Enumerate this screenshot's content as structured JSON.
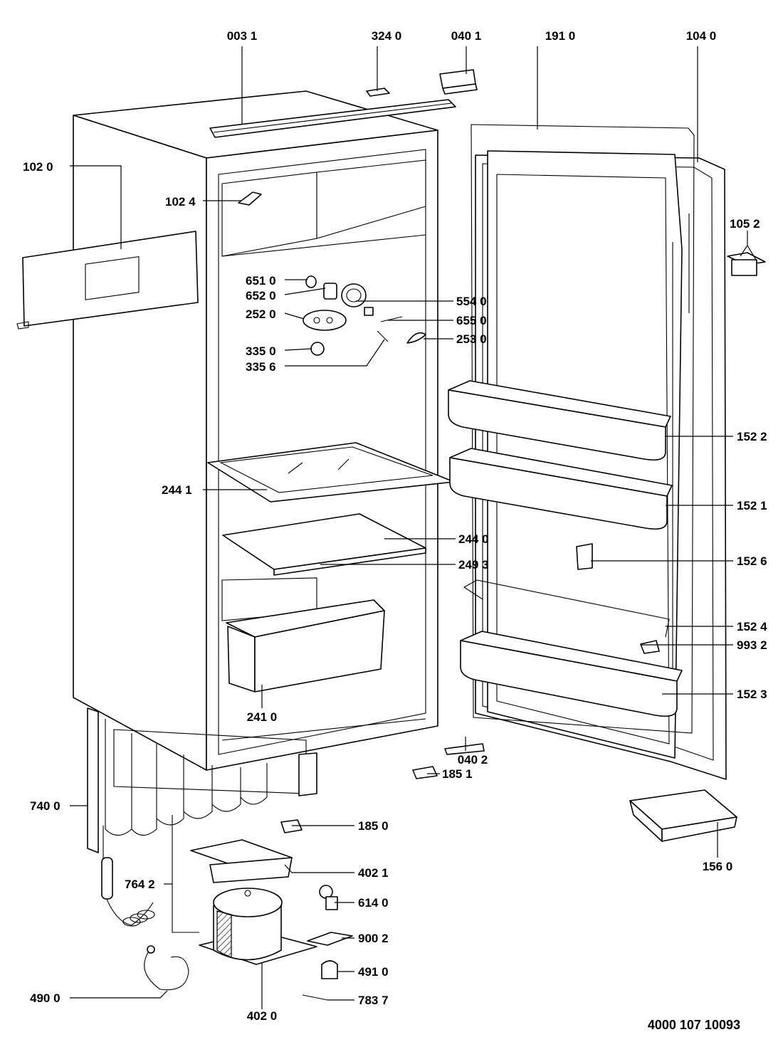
{
  "diagram": {
    "document_number": "4000 107 10093",
    "parts": [
      {
        "id": "p0031",
        "label": "003 1"
      },
      {
        "id": "p3240",
        "label": "324 0"
      },
      {
        "id": "p0401",
        "label": "040 1"
      },
      {
        "id": "p1910",
        "label": "191 0"
      },
      {
        "id": "p1040",
        "label": "104 0"
      },
      {
        "id": "p1020",
        "label": "102 0"
      },
      {
        "id": "p1024",
        "label": "102 4"
      },
      {
        "id": "p1052",
        "label": "105 2"
      },
      {
        "id": "p6510",
        "label": "651 0"
      },
      {
        "id": "p6520",
        "label": "652 0"
      },
      {
        "id": "p5540",
        "label": "554 0"
      },
      {
        "id": "p2520",
        "label": "252 0"
      },
      {
        "id": "p6550",
        "label": "655 0"
      },
      {
        "id": "p2530",
        "label": "253 0"
      },
      {
        "id": "p3350",
        "label": "335 0"
      },
      {
        "id": "p3356",
        "label": "335 6"
      },
      {
        "id": "p1522",
        "label": "152 2"
      },
      {
        "id": "p2441",
        "label": "244 1"
      },
      {
        "id": "p1521",
        "label": "152 1"
      },
      {
        "id": "p2440",
        "label": "244 0"
      },
      {
        "id": "p2493",
        "label": "249 3"
      },
      {
        "id": "p1526",
        "label": "152 6"
      },
      {
        "id": "p1524",
        "label": "152 4"
      },
      {
        "id": "p9932",
        "label": "993 2"
      },
      {
        "id": "p1523",
        "label": "152 3"
      },
      {
        "id": "p2410",
        "label": "241 0"
      },
      {
        "id": "p0402",
        "label": "040 2"
      },
      {
        "id": "p1851",
        "label": "185 1"
      },
      {
        "id": "p7400",
        "label": "740 0"
      },
      {
        "id": "p1850",
        "label": "185 0"
      },
      {
        "id": "p1560",
        "label": "156 0"
      },
      {
        "id": "p4021",
        "label": "402 1"
      },
      {
        "id": "p7642",
        "label": "764 2"
      },
      {
        "id": "p6140",
        "label": "614 0"
      },
      {
        "id": "p9002",
        "label": "900 2"
      },
      {
        "id": "p4910",
        "label": "491 0"
      },
      {
        "id": "p4900",
        "label": "490 0"
      },
      {
        "id": "p7837",
        "label": "783 7"
      },
      {
        "id": "p4020",
        "label": "402 0"
      }
    ]
  }
}
